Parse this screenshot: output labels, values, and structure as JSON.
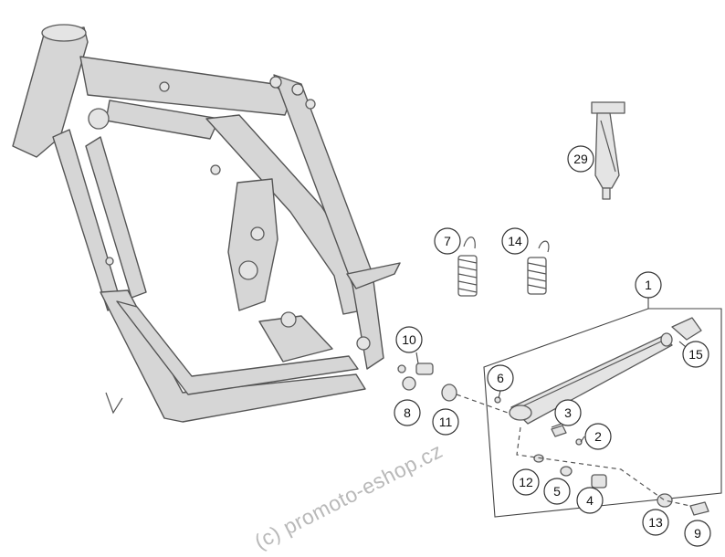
{
  "callouts": [
    {
      "id": "c1",
      "label": "1"
    },
    {
      "id": "c2",
      "label": "2"
    },
    {
      "id": "c3",
      "label": "3"
    },
    {
      "id": "c4",
      "label": "4"
    },
    {
      "id": "c5",
      "label": "5"
    },
    {
      "id": "c6",
      "label": "6"
    },
    {
      "id": "c7",
      "label": "7"
    },
    {
      "id": "c8",
      "label": "8"
    },
    {
      "id": "c9",
      "label": "9"
    },
    {
      "id": "c10",
      "label": "10"
    },
    {
      "id": "c11",
      "label": "11"
    },
    {
      "id": "c12",
      "label": "12"
    },
    {
      "id": "c13",
      "label": "13"
    },
    {
      "id": "c14",
      "label": "14"
    },
    {
      "id": "c15",
      "label": "15"
    },
    {
      "id": "c29",
      "label": "29"
    }
  ],
  "watermark": "(c) promoto-eshop.cz"
}
